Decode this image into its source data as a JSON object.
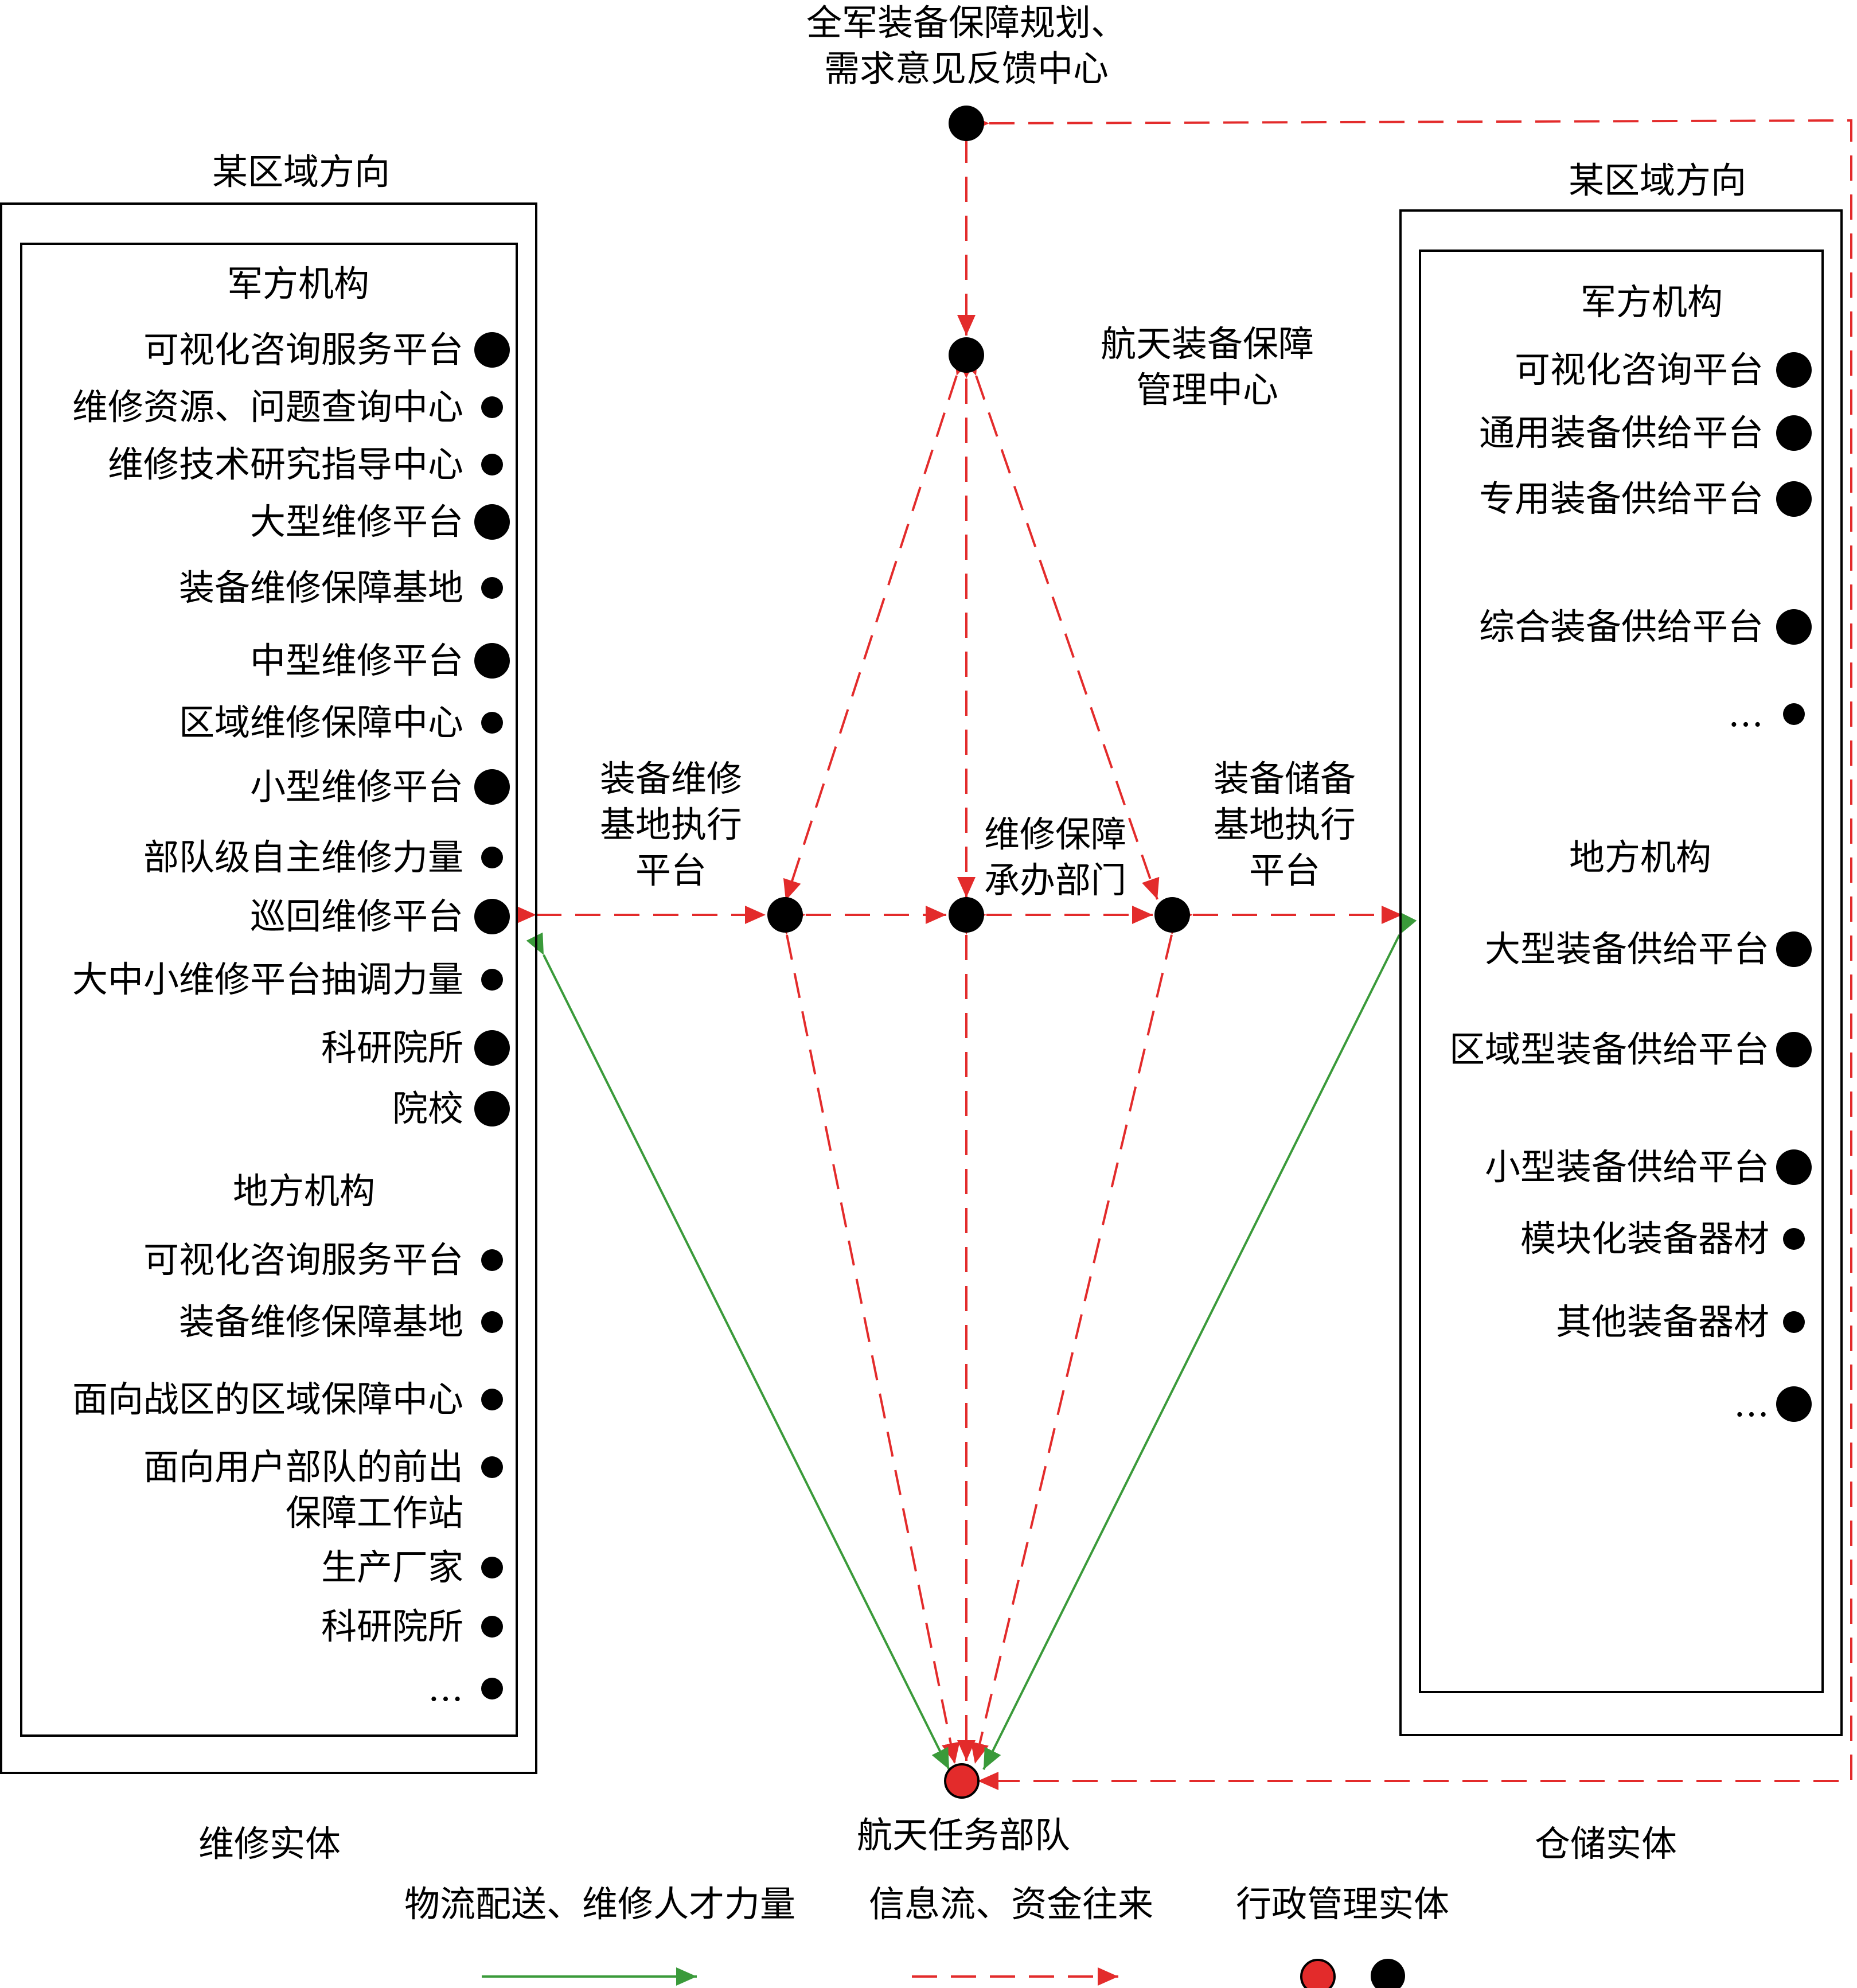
{
  "colors": {
    "green": "#3a9a3a",
    "red": "#e32b2b",
    "black": "#000000"
  },
  "top_center": "全军装备保障规划、\n需求意见反馈中心",
  "mgmt_center": "航天装备保障\n管理中心",
  "maint_exec": "装备维修\n基地执行\n平台",
  "repair_dept": "维修保障\n承办部门",
  "storage_exec": "装备储备\n基地执行\n平台",
  "space_unit": "航天任务部队",
  "left": {
    "region": "某区域方向",
    "caption": "维修实体",
    "military_title": "军方机构",
    "military_items": [
      "可视化咨询服务平台",
      "维修资源、问题查询中心",
      "维修技术研究指导中心",
      "大型维修平台",
      "装备维修保障基地",
      "中型维修平台",
      "区域维修保障中心",
      "小型维修平台",
      "部队级自主维修力量",
      "巡回维修平台",
      "大中小维修平台抽调力量",
      "科研院所",
      "院校"
    ],
    "local_title": "地方机构",
    "local_items": [
      "可视化咨询服务平台",
      "装备维修保障基地",
      "面向战区的区域保障中心",
      "面向用户部队的前出\n保障工作站",
      "生产厂家",
      "科研院所",
      "…"
    ]
  },
  "right": {
    "region": "某区域方向",
    "caption": "仓储实体",
    "military_title": "军方机构",
    "military_items": [
      "可视化咨询平台",
      "通用装备供给平台",
      "专用装备供给平台",
      "综合装备供给平台",
      "…"
    ],
    "local_title": "地方机构",
    "local_items": [
      "大型装备供给平台",
      "区域型装备供给平台",
      "小型装备供给平台",
      "模块化装备器材",
      "其他装备器材",
      "…"
    ]
  },
  "legend": {
    "logistics": "物流配送、维修人才力量",
    "info": "信息流、资金往来",
    "admin": "行政管理实体"
  }
}
